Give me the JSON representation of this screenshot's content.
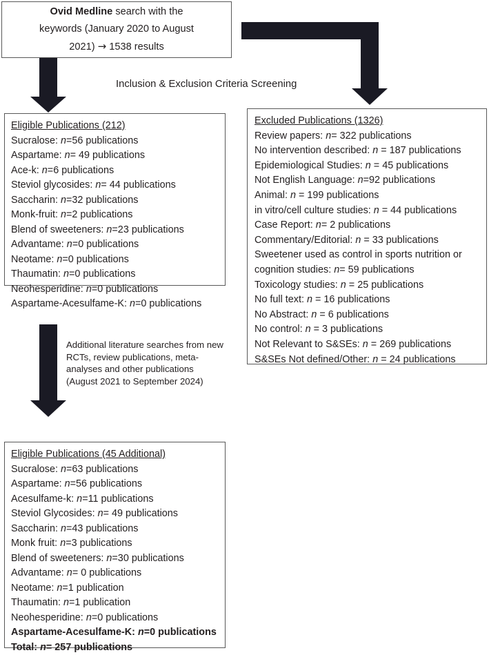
{
  "diagram": {
    "title_box": {
      "line1_bold": "Ovid Medline",
      "line1_rest": " search with the",
      "line2": "keywords (January 2020 to August",
      "line3_pre": "2021) ",
      "line3_arrow": "→",
      "line3_post": " 1538 results"
    },
    "screening_label": "Inclusion & Exclusion Criteria Screening",
    "additional_note": "Additional literature searches from new RCTs, review publications, meta-analyses and other publications (August 2021 to September 2024)",
    "eligible": {
      "title": "Eligible Publications (212) ",
      "lines": [
        "Sucralose: n=56 publications",
        "Aspartame: n= 49 publications",
        "Ace-k: n=6 publications",
        "Steviol glycosides: n= 44 publications",
        "Saccharin: n=32 publications",
        "Monk-fruit: n=2 publications",
        "Blend of sweeteners: n=23 publications",
        "Advantame: n=0 publications",
        "Neotame: n=0 publications",
        "Thaumatin: n=0 publications",
        "Neohesperidine: n=0 publications",
        "Aspartame-Acesulfame-K: n=0 publications"
      ]
    },
    "excluded": {
      "title": "Excluded Publications (1326)",
      "lines": [
        "Review papers: n= 322 publications",
        "No intervention described: n = 187 publications",
        "Epidemiological Studies: n = 45 publications",
        "Not English Language: n=92 publications",
        "Animal: n = 199 publications",
        "in vitro/cell culture studies: n = 44 publications",
        "Case Report: n= 2 publications",
        "Commentary/Editorial: n = 33 publications",
        "Sweetener used as control in sports nutrition or cognition studies: n= 59 publications",
        "Toxicology studies: n = 25 publications",
        "No full text: n = 16 publications",
        "No Abstract: n = 6 publications",
        "No control: n = 3 publications",
        "Not Relevant to S&SEs: n = 269 publications",
        "S&SEs Not defined/Other: n = 24 publications"
      ]
    },
    "additional": {
      "title": "Eligible Publications (45 Additional)",
      "lines": [
        "Sucralose: n=63 publications",
        "Aspartame: n=56 publications",
        "Acesulfame-k: n=11 publications",
        "Steviol Glycosides: n= 49 publications",
        "Saccharin: n=43 publications",
        "Monk fruit: n=3 publications",
        "Blend of sweeteners: n=30 publications",
        "Advantame: n= 0 publications",
        "Neotame: n=1 publication",
        "Thaumatin: n=1 publication",
        "Neohesperidine: n=0 publications",
        "Aspartame-Acesulfame-K: n=0 publications",
        "Total: n= 257 publications"
      ],
      "bold_from_index": 11
    },
    "arrows": [
      {
        "name": "arrow-down-to-eligible"
      },
      {
        "name": "arrow-elbow-to-excluded"
      },
      {
        "name": "arrow-down-to-additional"
      }
    ],
    "colors": {
      "arrow": "#1a1a24",
      "box_border": "#585858",
      "text": "#231f20",
      "background": "#ffffff"
    }
  }
}
